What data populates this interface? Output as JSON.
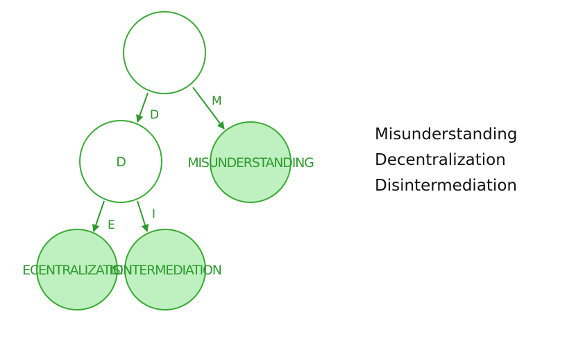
{
  "diagram": {
    "root": {
      "label": ""
    },
    "nodes": {
      "d": {
        "label": "D"
      },
      "misunderstanding": {
        "label": "MISUNDERSTANDING"
      },
      "ecentralization": {
        "label": "ECENTRALIZATION"
      },
      "isintermediation": {
        "label": "ISINTERMEDIATION"
      }
    },
    "edges": {
      "root_to_d": {
        "label": "D"
      },
      "root_to_m": {
        "label": "M"
      },
      "d_to_e": {
        "label": "E"
      },
      "d_to_i": {
        "label": "I"
      }
    }
  },
  "word_list": [
    "Misunderstanding",
    "Decentralization",
    "Disintermediation"
  ],
  "colors": {
    "stroke": "#3aaa35",
    "leaf_fill": "#bff0bf",
    "label": "#2e9a2e"
  }
}
